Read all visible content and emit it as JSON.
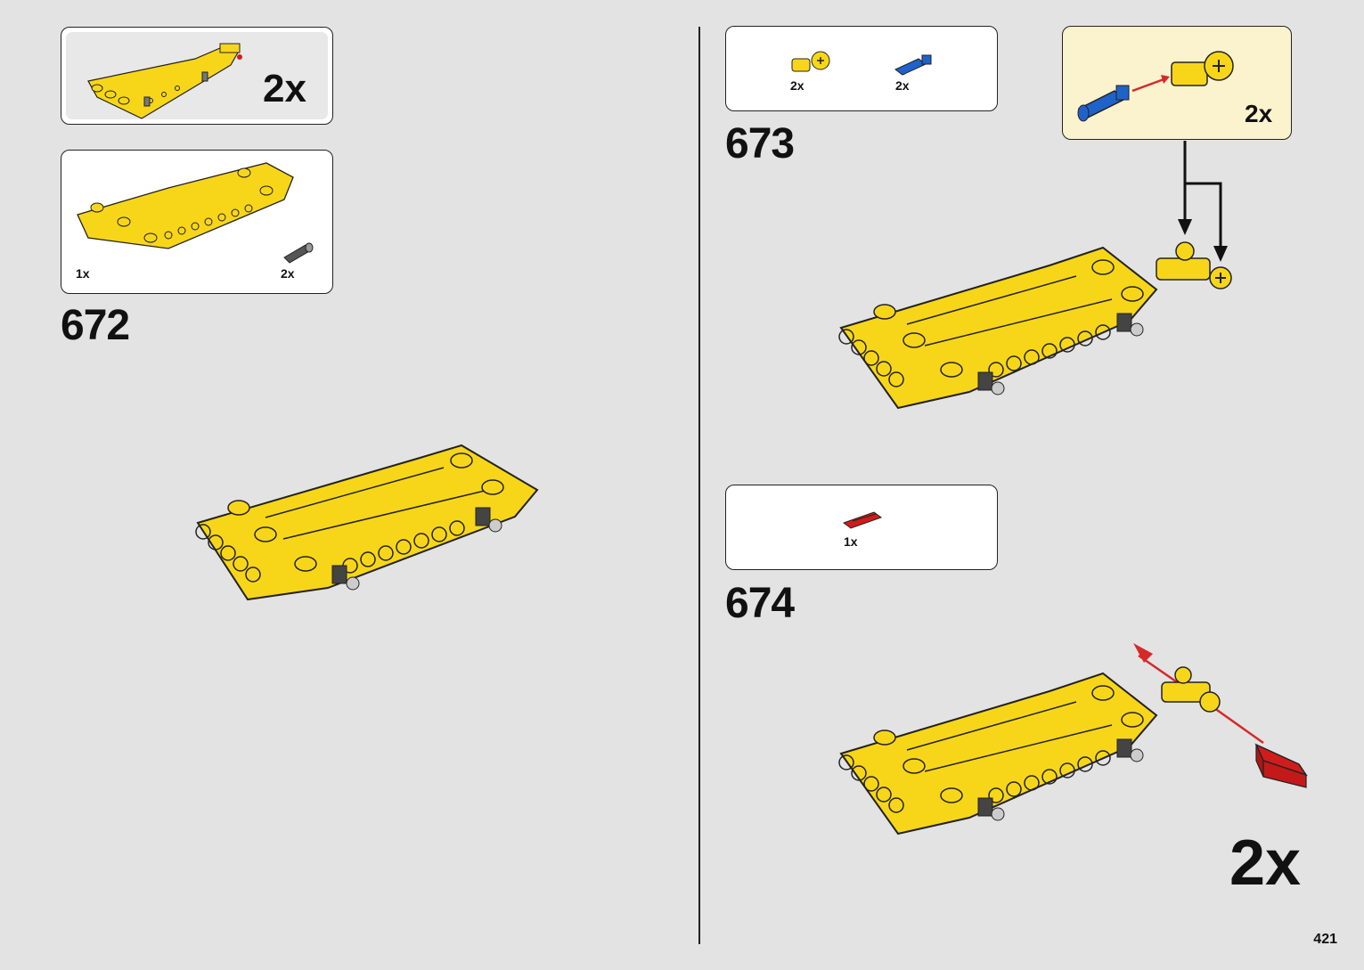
{
  "page": {
    "number": "421"
  },
  "left_column": {
    "submodel_box": {
      "quantity": "2x"
    },
    "parts_box": {
      "beam_qty": "1x",
      "pin_qty": "2x"
    },
    "step_number": "672"
  },
  "right_column": {
    "step673": {
      "parts_box": {
        "connector_qty": "2x",
        "axle_pin_qty": "2x"
      },
      "step_number": "673",
      "callout": {
        "quantity": "2x"
      }
    },
    "step674": {
      "parts_box": {
        "axle_qty": "1x"
      },
      "step_number": "674",
      "repeat_quantity": "2x"
    }
  },
  "colors": {
    "background": "#e3e3e3",
    "part_yellow": "#f7d619",
    "part_blue": "#1f62c9",
    "part_red": "#d11c1c",
    "callout_bg": "#fbf3cd",
    "arrow_red": "#d42a2a"
  }
}
